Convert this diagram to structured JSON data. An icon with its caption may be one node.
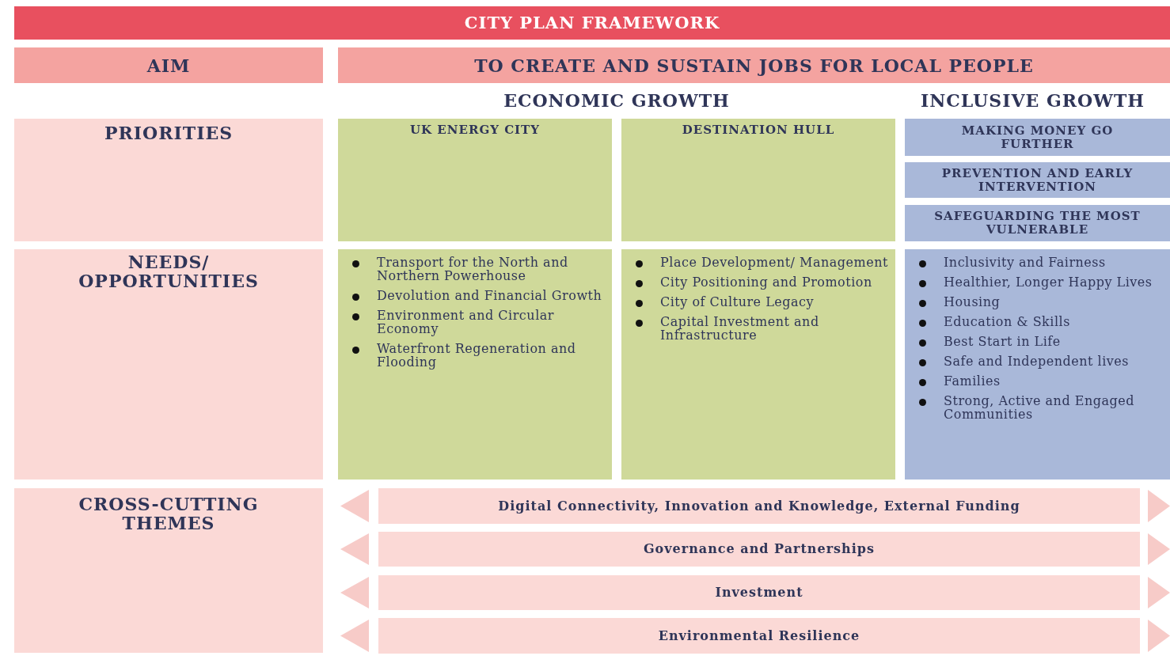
{
  "diagram": {
    "title": "CITY PLAN FRAMEWORK",
    "nodes": [
      {
        "text": [
          "AIM"
        ]
      },
      {
        "text": [
          "TO CREATE AND SUSTAIN JOBS FOR LOCAL PEOPLE"
        ]
      },
      {
        "text": [
          "PRIORITIES"
        ]
      },
      {
        "text": [
          "UK ENERGY CITY"
        ]
      },
      {
        "text": [
          "DESTINATION HULL"
        ]
      },
      {
        "text": [
          "MAKING MONEY GO FURTHER"
        ]
      },
      {
        "text": [
          "PREVENTION AND EARLY INTERVENTION"
        ]
      },
      {
        "text": [
          "SAFEGUARDING THE MOST VULNERABLE"
        ]
      },
      {
        "text": [
          "NEEDS/ OPPORTUNITIES"
        ]
      },
      {
        "text": [
          "Transport for the North and Northern Powerhouse",
          "Devolution and Financial Growth",
          "Environment and Circular Economy",
          "Waterfront Regeneration and Flooding"
        ]
      },
      {
        "text": [
          "Place Development/ Management",
          "City Positioning and Promotion",
          "City of Culture Legacy",
          "Capital Investment and Infrastructure"
        ]
      },
      {
        "text": [
          "Inclusivity and Fairness",
          "Healthier, Longer Happy Lives",
          "Housing",
          "Education & Skills",
          "Best Start in Life",
          "Safe and Independent lives",
          "Families",
          "Strong, Active and Engaged Communities"
        ]
      },
      {
        "text": [
          "CROSS-CUTTING THEMES"
        ]
      },
      {
        "text": [
          "Digital Connectivity, Innovation and Knowledge, External Funding"
        ]
      },
      {
        "text": [
          "Governance and Partnerships"
        ]
      },
      {
        "text": [
          "Investment"
        ]
      },
      {
        "text": [
          "Environmental Resilience"
        ]
      }
    ],
    "labels": [
      "ECONOMIC GROWTH",
      "INCLUSIVE GROWTH"
    ]
  }
}
